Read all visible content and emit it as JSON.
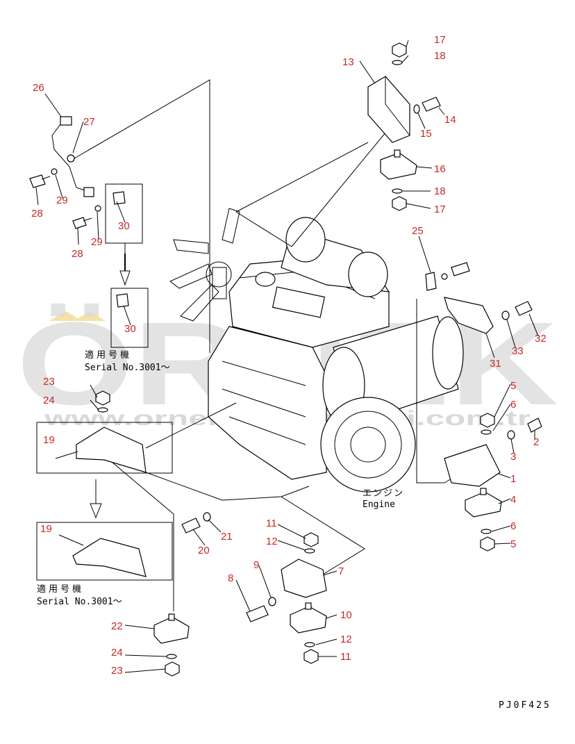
{
  "serial_note": {
    "jp": "適用号機",
    "en": "Serial No.3001～"
  },
  "engine_label": {
    "jp": "エンジン",
    "en": "Engine"
  },
  "drawing_code": "PJ0F425",
  "watermark": {
    "brand": "ÖRNEK",
    "url": "www.orneksmakinalari.com.tr"
  },
  "colors": {
    "callout": "#c62828",
    "line": "#000000",
    "watermark": "#d9d9d9",
    "accent": "#f4e3a6"
  },
  "callouts": [
    "1",
    "2",
    "3",
    "4",
    "5",
    "6",
    "7",
    "8",
    "9",
    "10",
    "11",
    "12",
    "13",
    "14",
    "15",
    "16",
    "17",
    "18",
    "19",
    "20",
    "21",
    "22",
    "23",
    "24",
    "25",
    "26",
    "27",
    "28",
    "29",
    "30",
    "31",
    "32",
    "33"
  ]
}
